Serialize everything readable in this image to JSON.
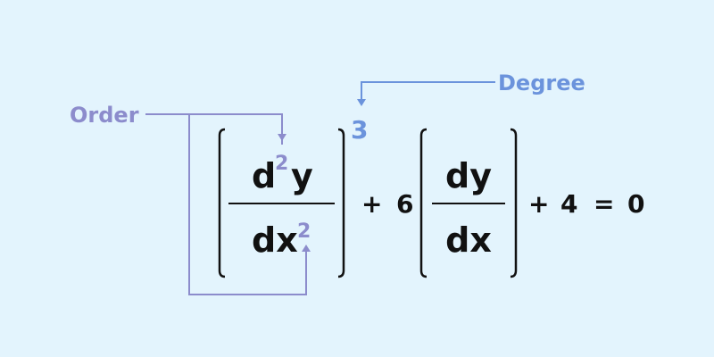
{
  "labels": {
    "order": "Order",
    "degree": "Degree"
  },
  "equation": {
    "term1": {
      "numerator_d": "d",
      "numerator_exp": "2",
      "numerator_y": "y",
      "denominator_dx": "dx",
      "denominator_exp": "2",
      "power": "3"
    },
    "plus1": "+",
    "coef": "6",
    "term2": {
      "numerator": "dy",
      "denominator": "dx"
    },
    "plus2": "+",
    "constant": "4",
    "equals": "=",
    "rhs": "0"
  },
  "colors": {
    "background": "#e3f4fd",
    "order": "#8c8ccc",
    "degree": "#6b93dc",
    "text": "#111111"
  }
}
